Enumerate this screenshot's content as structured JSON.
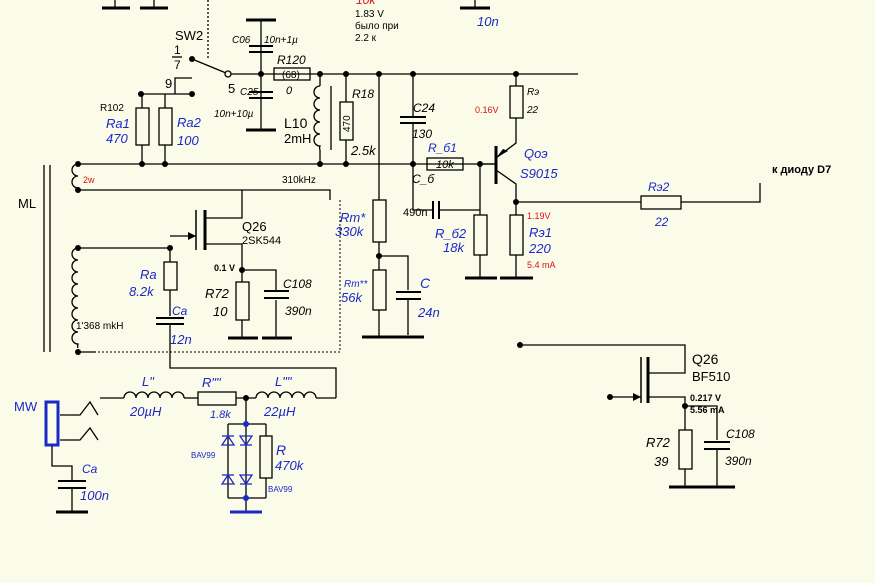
{
  "colors": {
    "background": "#fbfbe9",
    "ink": "#000000",
    "part_values": "#1c28c8",
    "annotations": "#e01010"
  },
  "labels": {
    "top_value": "10k",
    "note_v": "1.83 V",
    "note_line2": "было при",
    "note_line3": "2.2 к",
    "c_top_right": "10n",
    "c06": "C06",
    "c06_val": "10n+1µ",
    "sw2": "SW2",
    "sw2_p1": "1",
    "sw2_p7": "7",
    "sw2_p9": "9",
    "sw2_p5": "5",
    "c25": "C25",
    "c25_val": "10n+10µ",
    "r120": "R120",
    "r120_val": "(68)",
    "r120_zero": "0",
    "r102": "R102",
    "ra1": "Ra1",
    "ra1_val": "470",
    "ra2": "Ra2",
    "ra2_val": "100",
    "l10": "L10",
    "l10_val": "2mH",
    "r18": "R18",
    "r18_body": "470",
    "r18_val": "2.5k",
    "c24": "C24",
    "c24_val": "130",
    "re": "Rэ",
    "re_val": "22",
    "re_v": "0.16V",
    "qoe": "Qоэ",
    "qoe_part": "S9015",
    "r61": "R_б1",
    "r61_val": "10k",
    "c6": "C_б",
    "c6_val": "490n",
    "diode_label": "к диоду D7",
    "re2": "Rэ2",
    "re2_val": "22",
    "re1": "Rэ1",
    "re1_val": "220",
    "re1_v": "1.19V",
    "re1_i": "5.4 mA",
    "r62": "R_б2",
    "r62_val": "18k",
    "ml": "ML",
    "tap_2w": "2w",
    "freq": "310kHz",
    "q26a": "Q26",
    "q26a_part": "2SK544",
    "rm1": "Rm*",
    "rm1_val": "330k",
    "rm2": "Rm**",
    "rm2_val": "56k",
    "c_val_label": "C",
    "c_val": "24n",
    "ra": "Ra",
    "ra_val": "8.2k",
    "v01": "0.1 V",
    "r72a": "R72",
    "r72a_val": "10",
    "c108a": "C108",
    "c108a_val": "390n",
    "ca_mid": "Ca",
    "ca_mid_val": "12n",
    "coil_note": "1'368 mkH",
    "mw": "MW",
    "l1": "L\"",
    "l1_val": "20µH",
    "r_quote": "R\"\"",
    "r_quote_val": "1.8k",
    "l2": "L\"\"",
    "l2_val": "22µH",
    "bav1": "BAV99",
    "bav2": "BAV99",
    "r_diode": "R",
    "r_diode_val": "470k",
    "ca_bot": "Ca",
    "ca_bot_val": "100n",
    "q26b": "Q26",
    "q26b_part": "BF510",
    "q26b_v": "0.217 V",
    "q26b_i": "5.56 mA",
    "r72b": "R72",
    "r72b_val": "39",
    "c108b": "C108",
    "c108b_val": "390n"
  }
}
